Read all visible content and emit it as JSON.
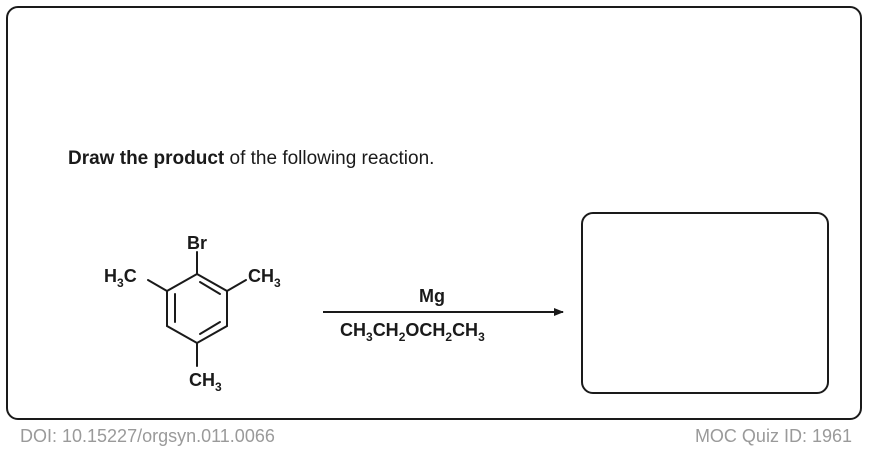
{
  "prompt": {
    "bold": "Draw the product",
    "rest": " of the following reaction."
  },
  "reactant": {
    "substituents": {
      "top": "Br",
      "left": {
        "main": "H",
        "sub": "3",
        "tail": "C"
      },
      "right": {
        "main": "CH",
        "sub": "3"
      },
      "bottom": {
        "main": "CH",
        "sub": "3"
      }
    }
  },
  "conditions": {
    "reagent": "Mg",
    "solvent": [
      {
        "t": "CH"
      },
      {
        "t": "3",
        "sub": true
      },
      {
        "t": "CH"
      },
      {
        "t": "2",
        "sub": true
      },
      {
        "t": "OCH"
      },
      {
        "t": "2",
        "sub": true
      },
      {
        "t": "CH"
      },
      {
        "t": "3",
        "sub": true
      }
    ]
  },
  "footer": {
    "doi": "DOI: 10.15227/orgsyn.011.0066",
    "quiz_id": "MOC Quiz ID: 1961"
  },
  "colors": {
    "ink": "#1a1a1a",
    "footer_text": "#9a9a9a"
  }
}
